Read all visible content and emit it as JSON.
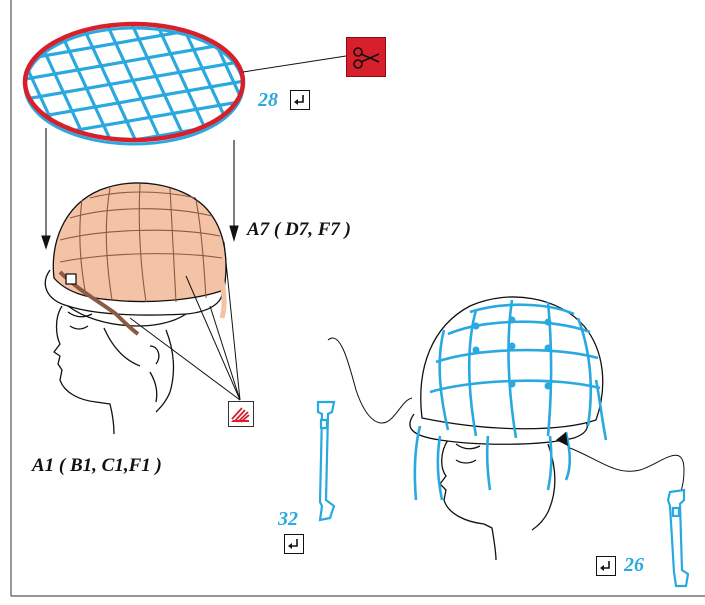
{
  "labels": {
    "part_a7": "A7 ( D7, F7 )",
    "part_a1": "A1 ( B1, C1,F1 )",
    "ref_28": "28",
    "ref_32": "32",
    "ref_26": "26"
  },
  "icons": {
    "cut": "scissors-icon",
    "glue": "glue-icon",
    "reference": "return-arrow-icon"
  },
  "colors": {
    "net_blue": "#29a9e0",
    "rim_red": "#d8202c",
    "cover_tan": "#f4c2a4",
    "ink": "#111111"
  }
}
